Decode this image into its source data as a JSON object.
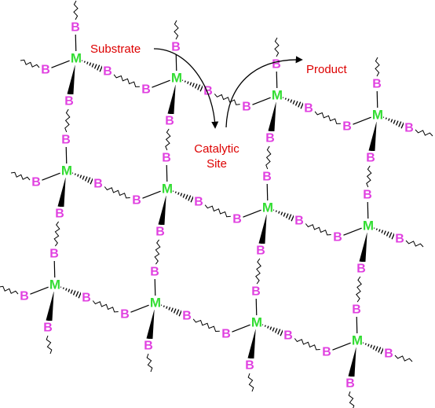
{
  "colors": {
    "metal": "#33dd33",
    "linker": "#e040e0",
    "label": "#dd0000",
    "bond": "#000000"
  },
  "node_symbol": "M",
  "linker_symbol": "B",
  "labels": {
    "substrate": "Substrate",
    "product": "Product",
    "catalytic_line1": "Catalytic",
    "catalytic_line2": "Site"
  }
}
